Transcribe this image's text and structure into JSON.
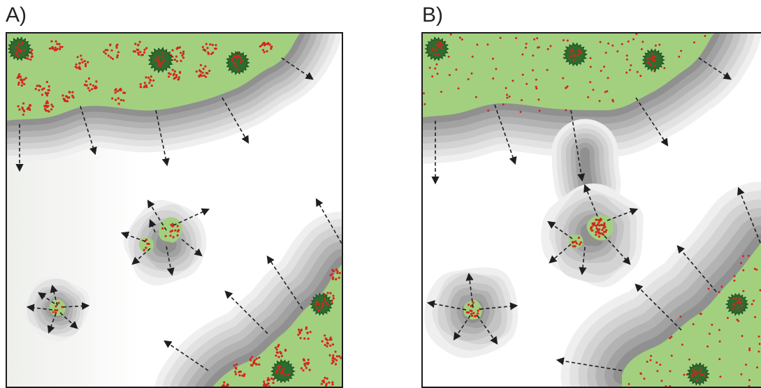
{
  "panels": [
    {
      "id": "a",
      "label": "A)"
    },
    {
      "id": "b",
      "label": "B)"
    }
  ],
  "colors": {
    "habitat": "#a3d07f",
    "tree": "#2e6b2f",
    "tree_edge": "#1f4f22",
    "dot": "#d4251e",
    "ring_dark": "#8c8c8c",
    "ring_light": "#eeeeee",
    "arrow": "#1e1e1e"
  }
}
